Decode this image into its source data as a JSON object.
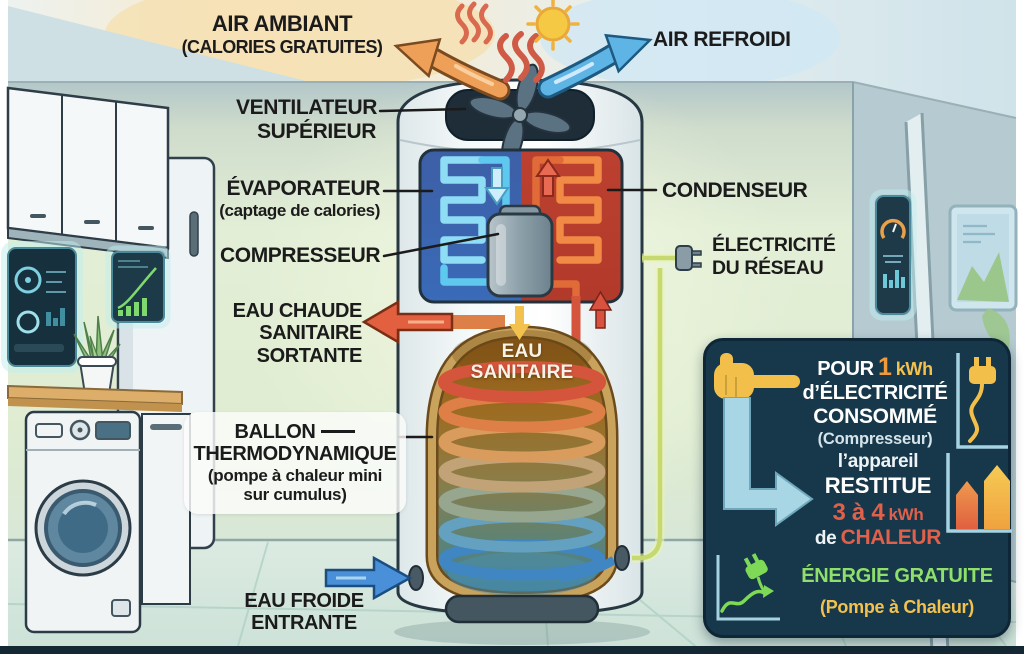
{
  "colors": {
    "accent_orange": "#E8924A",
    "accent_blue": "#4A9FD8",
    "accent_red": "#D9523F",
    "accent_green": "#7ED957",
    "accent_yellow": "#F2C14E",
    "infobox_bg": "#17384A",
    "label_text": "#1B1B1B"
  },
  "icons": {
    "sun": "sun-icon",
    "heat_waves": "heat-waves-icon",
    "warm_air_arrow": "warm-air-arrow-left",
    "cool_air_arrow": "cool-air-arrow-right",
    "hot_water_arrow": "hot-water-arrow-left",
    "cold_water_arrow": "cold-water-arrow-right",
    "power_plug": "power-plug-icon",
    "pointing_hand": "pointing-hand-icon",
    "plug_cord_chart": "plug-cord-chart-icon",
    "restitution_arrow": "down-right-arrow-icon",
    "heat_bars": "heat-bars-chart-icon",
    "free_energy_plug": "green-plug-growth-icon"
  },
  "labels": {
    "air_ambiant_line1": "AIR AMBIANT",
    "air_ambiant_line2": "(CALORIES GRATUITES)",
    "air_refroidi": "AIR REFROIDI",
    "ventilateur_line1": "VENTILATEUR",
    "ventilateur_line2": "SUPÉRIEUR",
    "evaporateur_line1": "ÉVAPORATEUR",
    "evaporateur_line2": "(captage de calories)",
    "compresseur": "COMPRESSEUR",
    "eau_chaude_line1": "EAU CHAUDE",
    "eau_chaude_line2": "SANITAIRE",
    "eau_chaude_line3": "SORTANTE",
    "ballon_line1": "BALLON",
    "ballon_line2": "THERMODYNAMIQUE",
    "ballon_line3": "(pompe à chaleur mini",
    "ballon_line4": "sur cumulus)",
    "eau_froide_line1": "EAU FROIDE",
    "eau_froide_line2": "ENTRANTE",
    "condenseur": "CONDENSEUR",
    "electricite_line1": "ÉLECTRICITÉ",
    "electricite_line2": "DU RÉSEAU",
    "tank_line1": "EAU",
    "tank_line2": "SANITAIRE"
  },
  "infobox": {
    "row1_pour": "POUR",
    "row1_one": "1",
    "row1_kwh": "kWh",
    "row1_line2": "d’ÉLECTRICITÉ",
    "row1_line3": "CONSOMMÉ",
    "row1_line4": "(Compresseur)",
    "row2_line1": "l’appareil",
    "row2_line2": "RESTITUE",
    "row2_value": "3 à 4",
    "row2_kwh": "kWh",
    "row2_de": "de",
    "row2_chaleur": "CHALEUR",
    "row3_line1": "ÉNERGIE GRATUITE",
    "row3_line2": "(Pompe à Chaleur)"
  }
}
